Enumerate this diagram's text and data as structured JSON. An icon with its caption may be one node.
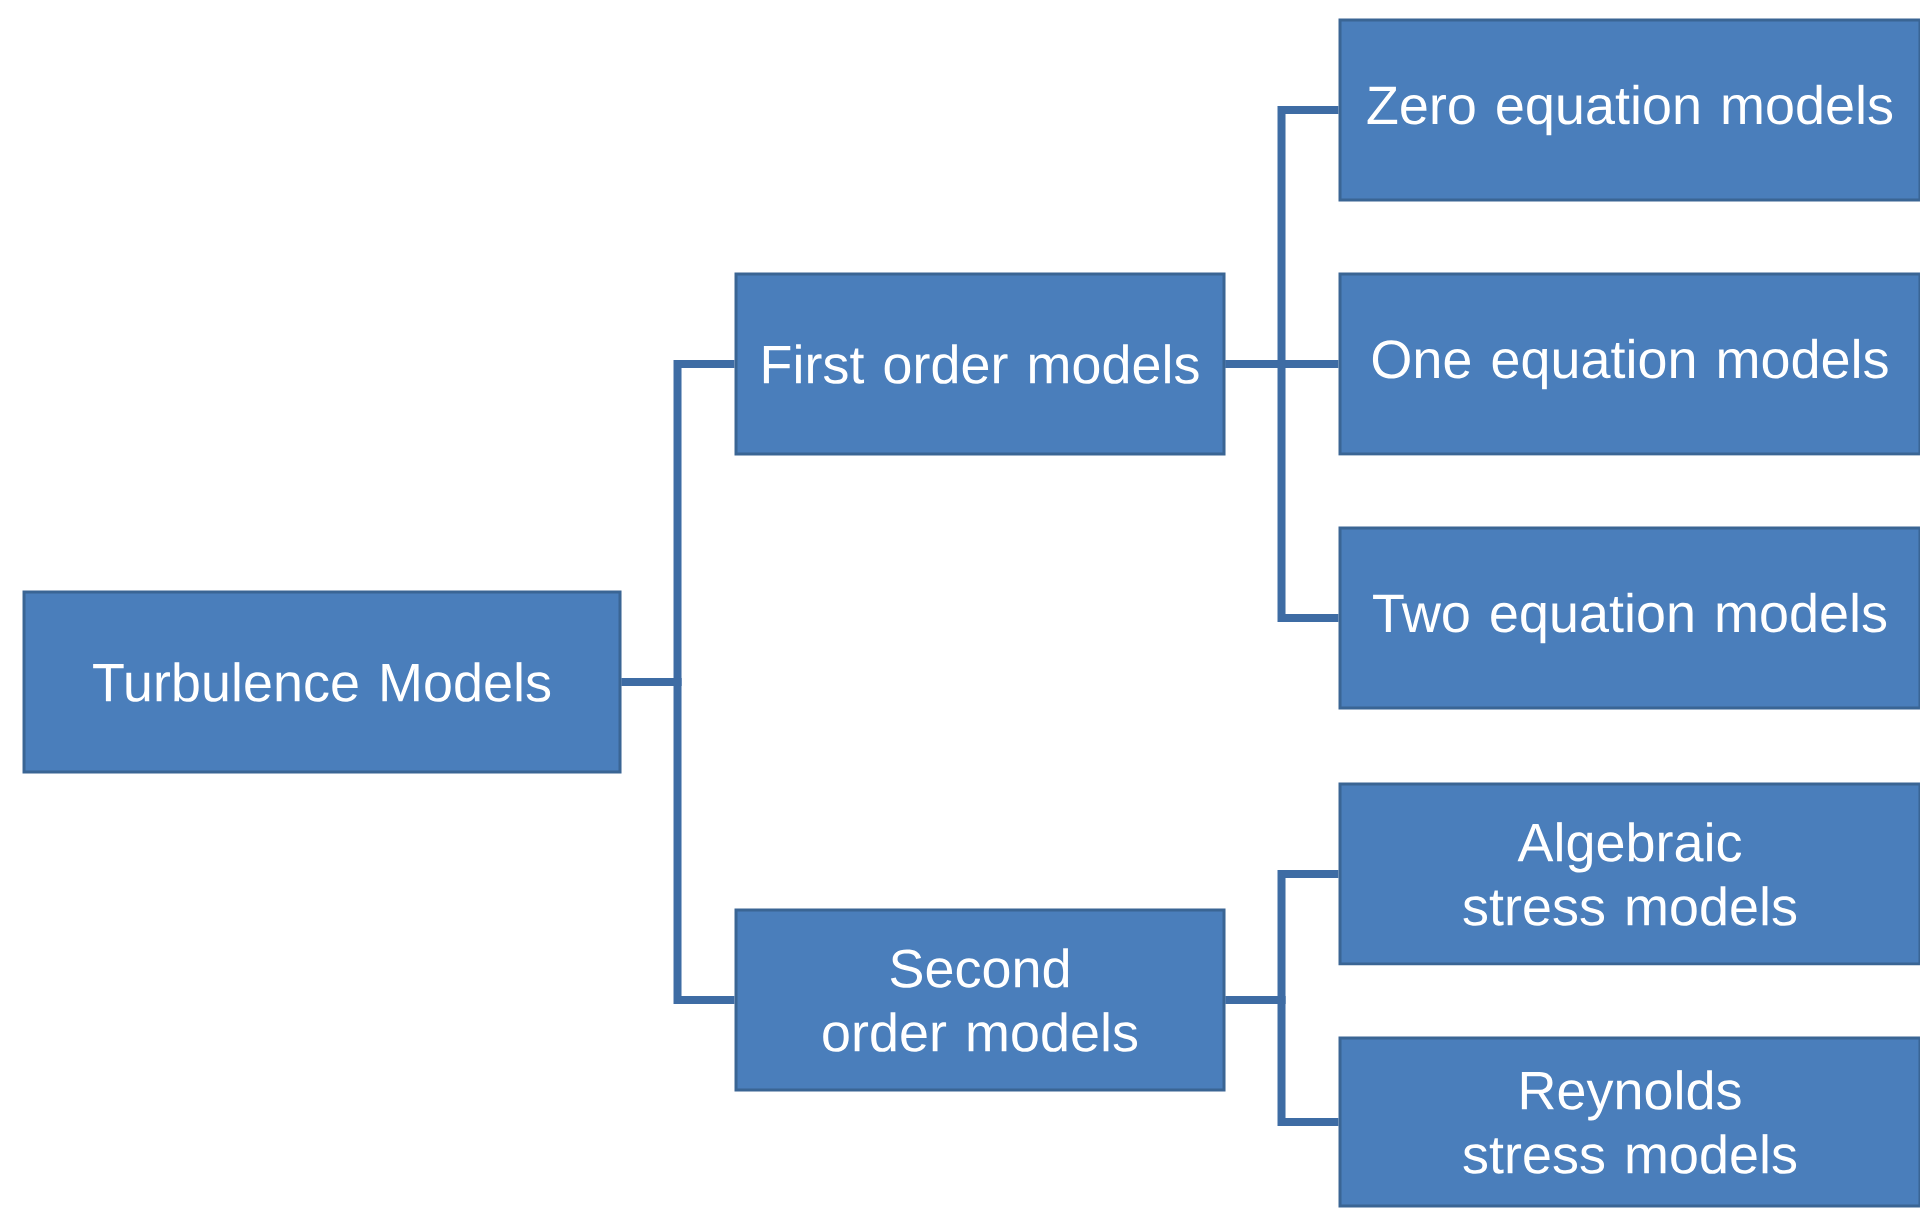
{
  "diagram": {
    "nodes": [
      {
        "text": [
          "Turbulence Models"
        ]
      },
      {
        "text": [
          "First order models"
        ]
      },
      {
        "text": [
          "Second order models"
        ]
      },
      {
        "text": [
          "Zero equation models"
        ]
      },
      {
        "text": [
          "One equation models"
        ]
      },
      {
        "text": [
          "Two equation models"
        ]
      },
      {
        "text": [
          "Algebraic stress models"
        ]
      },
      {
        "text": [
          "Reynolds stress models"
        ]
      }
    ],
    "edges": [
      {
        "from": 0,
        "to": 1,
        "arrow": "none"
      },
      {
        "from": 0,
        "to": 2,
        "arrow": "none"
      },
      {
        "from": 1,
        "to": 3,
        "arrow": "none"
      },
      {
        "from": 1,
        "to": 4,
        "arrow": "none"
      },
      {
        "from": 1,
        "to": 5,
        "arrow": "none"
      },
      {
        "from": 2,
        "to": 6,
        "arrow": "none"
      },
      {
        "from": 2,
        "to": 7,
        "arrow": "none"
      }
    ]
  }
}
